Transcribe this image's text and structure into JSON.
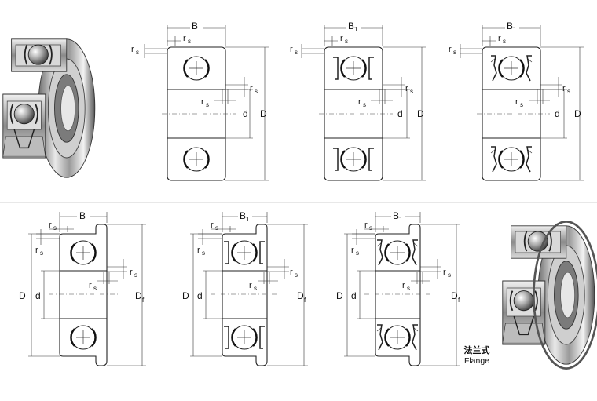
{
  "labels": {
    "B": "B",
    "B1": "B",
    "sub1": "1",
    "rs": "r",
    "s": "s",
    "d": "d",
    "D": "D",
    "Df": "D",
    "f": "f"
  },
  "caption": {
    "chinese": "法兰式",
    "english": "Flange"
  },
  "colors": {
    "line": "#222222",
    "background": "#ffffff",
    "divider": "#d0d0d0"
  }
}
